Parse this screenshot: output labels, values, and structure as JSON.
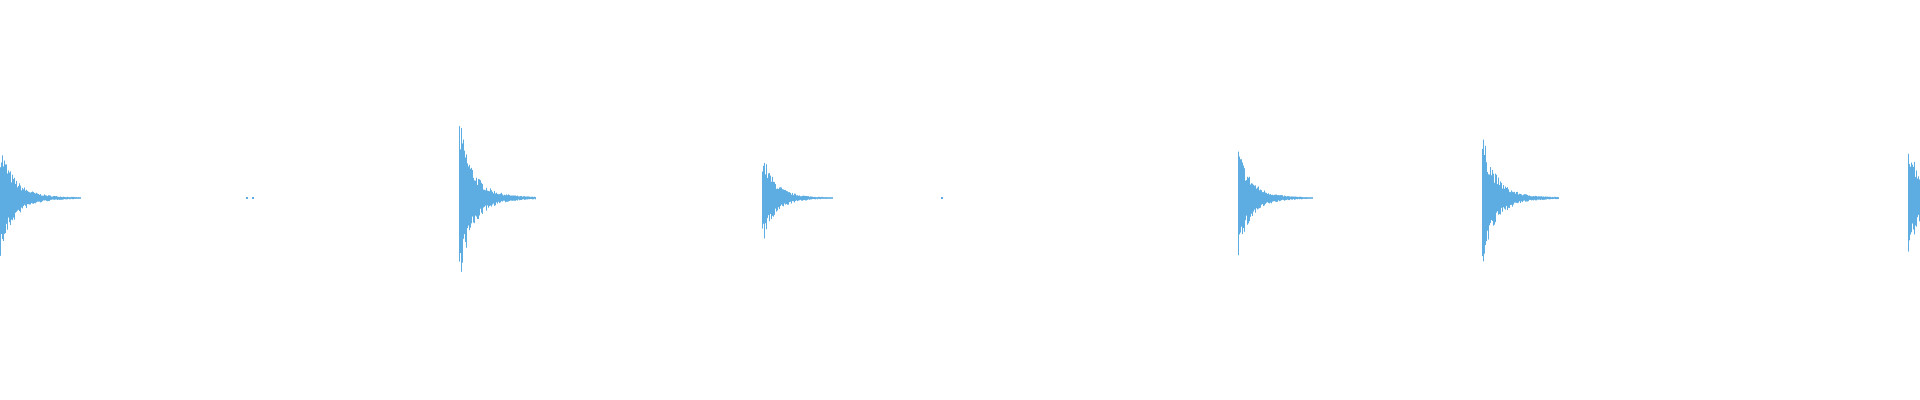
{
  "chart_data": {
    "type": "area",
    "description_of_axes": "",
    "title": "",
    "xlabel": "",
    "ylabel": "",
    "grid": false,
    "legend": "none",
    "x_range": [
      0,
      1
    ],
    "y_range": [
      -1,
      1
    ],
    "color": "#5dade2",
    "background": "#ffffff",
    "series": [
      {
        "bursts": [
          {
            "onset": 0.0,
            "peak_pos": 0.28,
            "peak_neg": -0.3,
            "decay_length": 0.042
          },
          {
            "onset": 0.239,
            "peak_pos": 0.41,
            "peak_neg": -0.43,
            "decay_length": 0.04
          },
          {
            "onset": 0.397,
            "peak_pos": 0.24,
            "peak_neg": -0.25,
            "decay_length": 0.037
          },
          {
            "onset": 0.645,
            "peak_pos": 0.26,
            "peak_neg": -0.29,
            "decay_length": 0.039
          },
          {
            "onset": 0.772,
            "peak_pos": 0.33,
            "peak_neg": -0.35,
            "decay_length": 0.04
          },
          {
            "onset": 0.994,
            "peak_pos": 0.31,
            "peak_neg": -0.31,
            "decay_length": 0.04
          }
        ],
        "isolated_blips": [
          0.128,
          0.131,
          0.49
        ]
      }
    ]
  }
}
